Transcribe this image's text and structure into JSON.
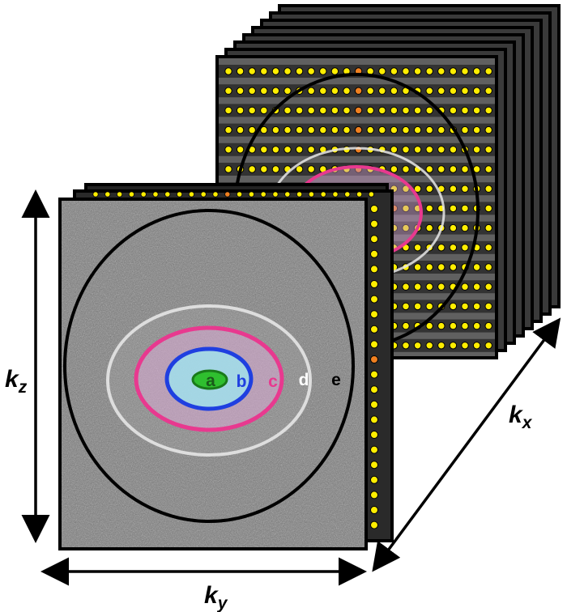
{
  "axes": {
    "kz": {
      "main": "k",
      "sub": "z"
    },
    "ky": {
      "main": "k",
      "sub": "y"
    },
    "kx": {
      "main": "k",
      "sub": "x"
    }
  },
  "regions": [
    {
      "id": "a",
      "label": "a",
      "color": "#1a7a1a",
      "fill": "#2fbf2f"
    },
    {
      "id": "b",
      "label": "b",
      "color": "#1f3fe0",
      "fill": "#9fe3ef"
    },
    {
      "id": "c",
      "label": "c",
      "color": "#e8398f",
      "fill": "#d9a9d4"
    },
    {
      "id": "d",
      "label": "d",
      "color": "#f2f2f2",
      "fill": "none"
    },
    {
      "id": "e",
      "label": "e",
      "color": "#000000",
      "fill": "none"
    }
  ],
  "colors": {
    "sample_dot": "#ffee00",
    "center_dot": "#f08020",
    "panel_bg": "#6e6e6e",
    "frame": "#000000"
  }
}
